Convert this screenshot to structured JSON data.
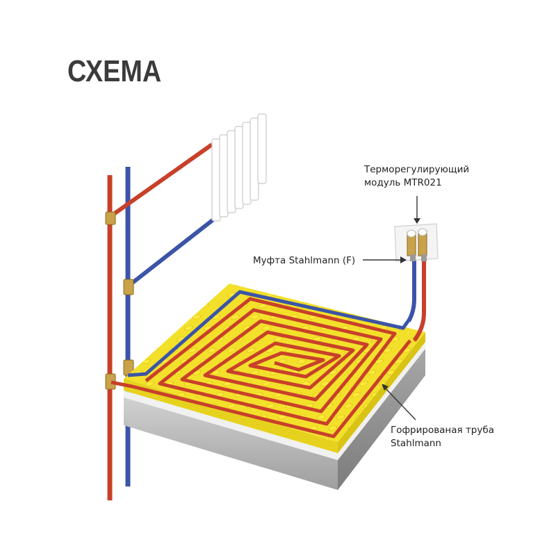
{
  "title": "СХЕМА",
  "labels": {
    "module_line1": "Терморегулирующий",
    "module_line2": "модуль MTR021",
    "coupling": "Муфта Stahlmann (F)",
    "pipe_line1": "Гофрированая труба",
    "pipe_line2": "Stahlmann"
  },
  "colors": {
    "hot_pipe": "#c8402a",
    "cold_pipe": "#3b54a8",
    "insulation_board": "#f3e02a",
    "concrete_slab": "#b9b9b9",
    "brass_fitting": "#c9a24a",
    "title_text": "#3b3b3b"
  }
}
